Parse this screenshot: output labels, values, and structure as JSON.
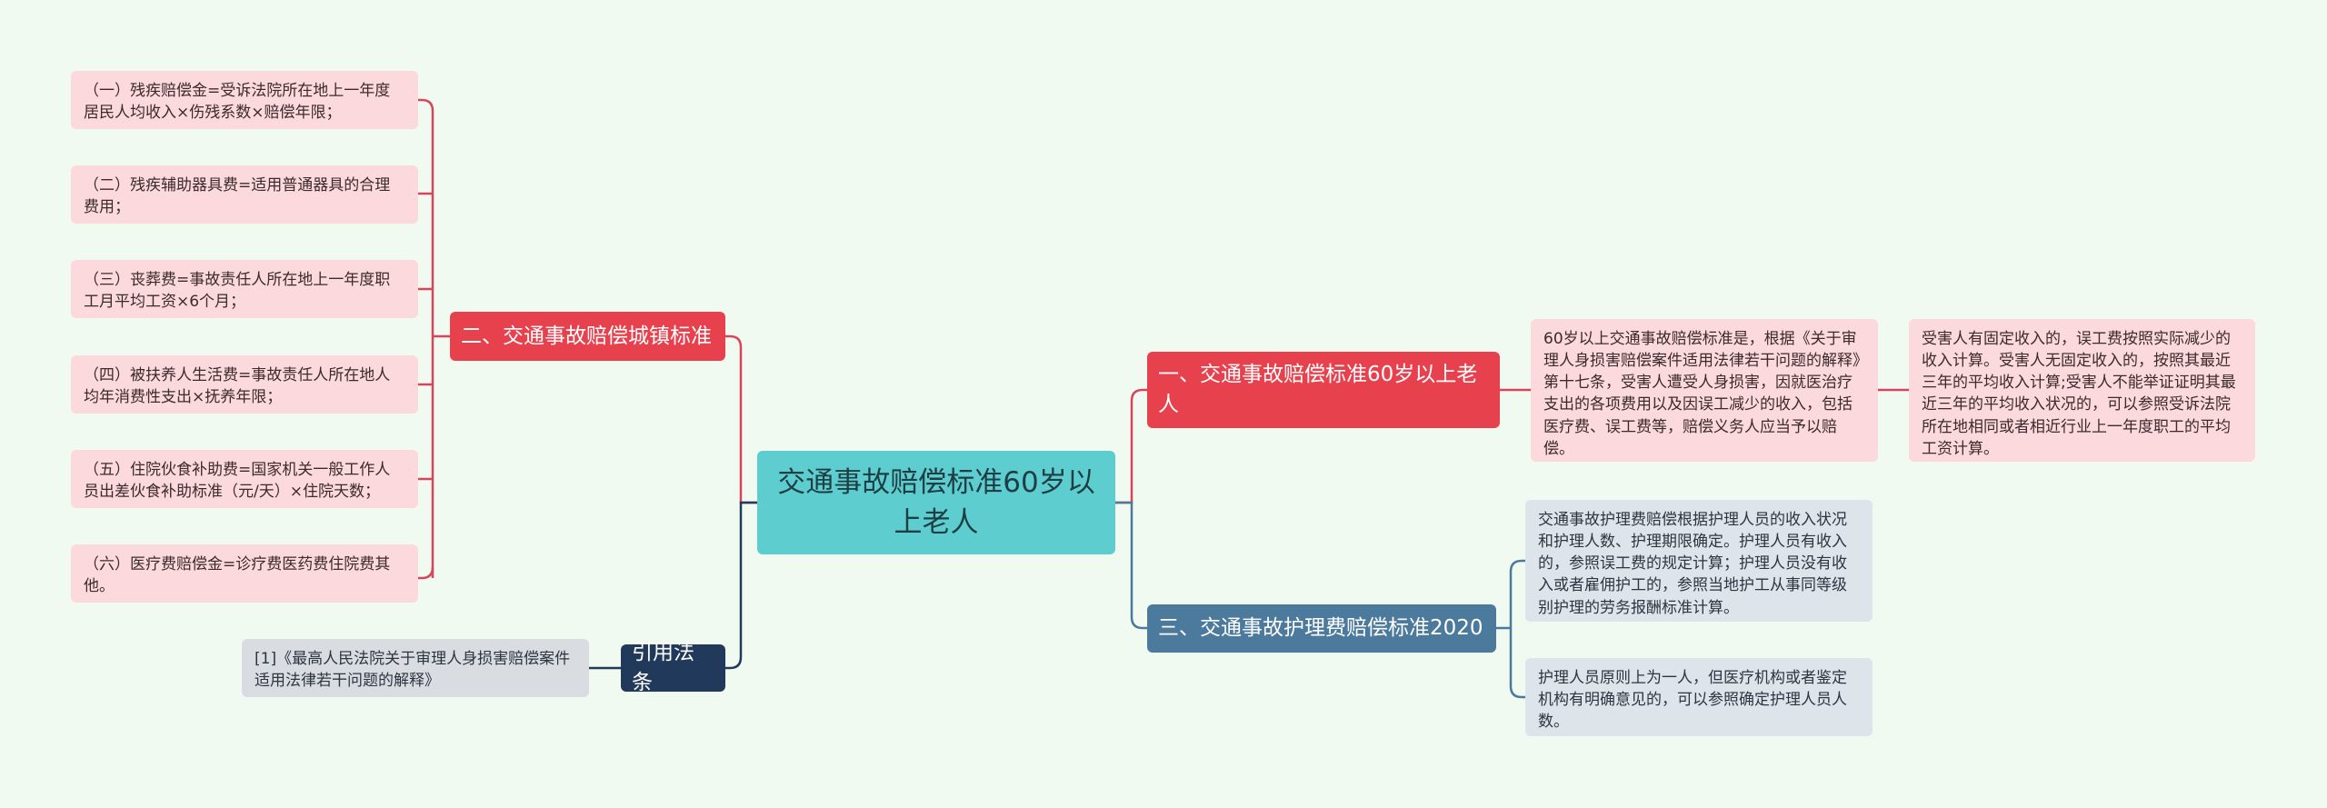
{
  "root": {
    "title": "交通事故赔偿标准60岁以上老人"
  },
  "left": {
    "urban_standard": {
      "label": "二、交通事故赔偿城镇标准",
      "items": [
        "（一）残疾赔偿金=受诉法院所在地上一年度居民人均收入×伤残系数×赔偿年限；",
        "（二）残疾辅助器具费=适用普通器具的合理费用；",
        "（三）丧葬费=事故责任人所在地上一年度职工月平均工资×6个月；",
        "（四）被扶养人生活费=事故责任人所在地人均年消费性支出×抚养年限；",
        "（五）住院伙食补助费=国家机关一般工作人员出差伙食补助标准（元/天）×住院天数；",
        "（六）医疗费赔偿金=诊疗费医药费住院费其他。"
      ]
    },
    "citation": {
      "label": "引用法条",
      "items": [
        "[1]《最高人民法院关于审理人身损害赔偿案件适用法律若干问题的解释》"
      ]
    }
  },
  "right": {
    "elderly_standard": {
      "label": "一、交通事故赔偿标准60岁以上老人",
      "detail": "60岁以上交通事故赔偿标准是，根据《关于审理人身损害赔偿案件适用法律若干问题的解释》第十七条，受害人遭受人身损害，因就医治疗支出的各项费用以及因误工减少的收入，包括医疗费、误工费等，赔偿义务人应当予以赔偿。",
      "sub_detail": "受害人有固定收入的，误工费按照实际减少的收入计算。受害人无固定收入的，按照其最近三年的平均收入计算;受害人不能举证证明其最近三年的平均收入状况的，可以参照受诉法院所在地相同或者相近行业上一年度职工的平均工资计算。"
    },
    "nursing_standard": {
      "label": "三、交通事故护理费赔偿标准2020",
      "items": [
        "交通事故护理费赔偿根据护理人员的收入状况和护理人数、护理期限确定。护理人员有收入的，参照误工费的规定计算；护理人员没有收入或者雇佣护工的，参照当地护工从事同等级别护理的劳务报酬标准计算。",
        "护理人员原则上为一人，但医疗机构或者鉴定机构有明确意见的，可以参照确定护理人员人数。"
      ]
    }
  },
  "colors": {
    "background": "#f1faf0",
    "red": "#e8414e",
    "blue": "#4b7a9c",
    "navy": "#213a5b",
    "root": "#5ecdd0",
    "leaf_pink": "#fbd9dd",
    "leaf_gray": "#dde4ea"
  }
}
